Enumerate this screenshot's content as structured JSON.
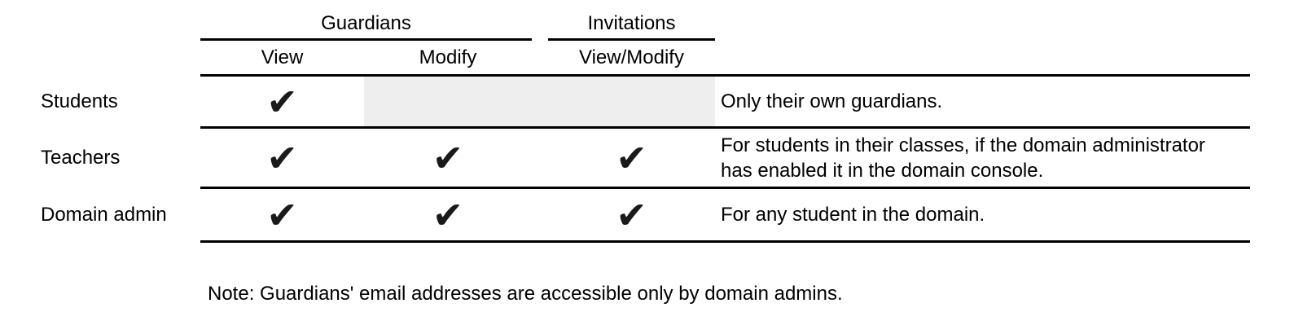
{
  "header": {
    "groups": [
      {
        "label": "Guardians"
      },
      {
        "label": "Invitations"
      }
    ],
    "columns": [
      {
        "label": "View"
      },
      {
        "label": "Modify"
      },
      {
        "label": "View/Modify"
      }
    ]
  },
  "rows": [
    {
      "label": "Students",
      "checks": {
        "view": true,
        "modify": false,
        "view_modify": false
      },
      "note": "Only their own guardians.",
      "note_lines": [
        "Only their own guardians."
      ]
    },
    {
      "label": "Teachers",
      "checks": {
        "view": true,
        "modify": true,
        "view_modify": true
      },
      "note": "For students in their classes, if the domain administrator has enabled it in the domain console.",
      "note_lines": [
        "For students in their classes, if the domain administrator",
        "has enabled it in the domain console."
      ]
    },
    {
      "label": "Domain admin",
      "checks": {
        "view": true,
        "modify": true,
        "view_modify": true
      },
      "note": "For any student in the domain.",
      "note_lines": [
        "For any student in the domain."
      ]
    }
  ],
  "footnote": "Note: Guardians' email addresses are accessible only by domain admins.",
  "icons": {
    "check_mark": "✔"
  },
  "colors": {
    "text": "#000000",
    "rule": "#000000",
    "shaded_cell": "#eeeeee",
    "check": "#1a1a1a",
    "background": "#ffffff"
  }
}
